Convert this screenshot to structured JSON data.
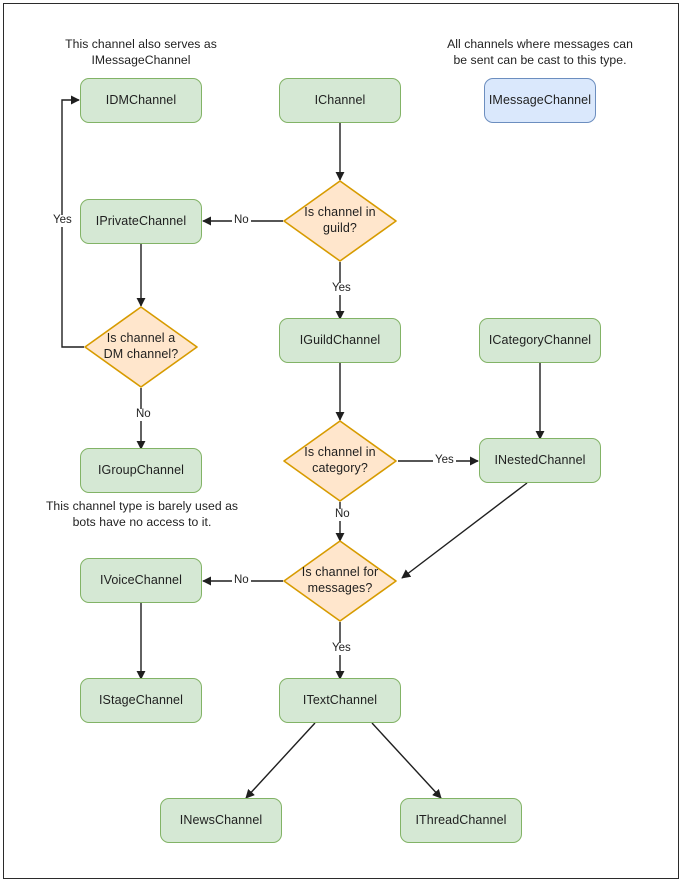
{
  "diagram": {
    "title": "Discord channel type decision flowchart",
    "colors": {
      "green_fill": "#d5e8d4",
      "green_stroke": "#82b366",
      "blue_fill": "#dae8fc",
      "blue_stroke": "#6c8ebf",
      "orange_fill": "#ffe6cc",
      "orange_stroke": "#d79b00",
      "edge_stroke": "#1f1f1f",
      "frame_stroke": "#2b2b2b",
      "background": "#ffffff"
    },
    "notes": [
      {
        "id": "note-dm",
        "text": "This channel also serves as IMessageChannel"
      },
      {
        "id": "note-message",
        "text": "All channels where messages can be sent can be cast to this type."
      },
      {
        "id": "note-group",
        "text": "This channel type is barely used as bots have no access to it."
      }
    ],
    "nodes": [
      {
        "id": "idmchannel",
        "label": "IDMChannel",
        "shape": "box",
        "color": "green"
      },
      {
        "id": "ichannel",
        "label": "IChannel",
        "shape": "box",
        "color": "green"
      },
      {
        "id": "imessagechannel",
        "label": "IMessageChannel",
        "shape": "box",
        "color": "blue"
      },
      {
        "id": "iprivatechannel",
        "label": "IPrivateChannel",
        "shape": "box",
        "color": "green"
      },
      {
        "id": "guild-decision",
        "label": "Is channel in guild?",
        "shape": "diamond",
        "color": "orange"
      },
      {
        "id": "dm-decision",
        "label": "Is channel a DM channel?",
        "shape": "diamond",
        "color": "orange"
      },
      {
        "id": "iguildchannel",
        "label": "IGuildChannel",
        "shape": "box",
        "color": "green"
      },
      {
        "id": "icategorychannel",
        "label": "ICategoryChannel",
        "shape": "box",
        "color": "green"
      },
      {
        "id": "igroupchannel",
        "label": "IGroupChannel",
        "shape": "box",
        "color": "green"
      },
      {
        "id": "cat-decision",
        "label": "Is channel in category?",
        "shape": "diamond",
        "color": "orange"
      },
      {
        "id": "inestedchannel",
        "label": "INestedChannel",
        "shape": "box",
        "color": "green"
      },
      {
        "id": "msg-decision",
        "label": "Is channel for messages?",
        "shape": "diamond",
        "color": "orange"
      },
      {
        "id": "ivoicechannel",
        "label": "IVoiceChannel",
        "shape": "box",
        "color": "green"
      },
      {
        "id": "istagechannel",
        "label": "IStageChannel",
        "shape": "box",
        "color": "green"
      },
      {
        "id": "itextchannel",
        "label": "ITextChannel",
        "shape": "box",
        "color": "green"
      },
      {
        "id": "inewschannel",
        "label": "INewsChannel",
        "shape": "box",
        "color": "green"
      },
      {
        "id": "ithreadchannel",
        "label": "IThreadChannel",
        "shape": "box",
        "color": "green"
      }
    ],
    "edge_labels": [
      {
        "id": "label-guild-no",
        "text": "No",
        "from": "guild-decision",
        "to": "iprivatechannel"
      },
      {
        "id": "label-guild-yes",
        "text": "Yes",
        "from": "guild-decision",
        "to": "iguildchannel"
      },
      {
        "id": "label-dm-yes",
        "text": "Yes",
        "from": "dm-decision",
        "to": "idmchannel"
      },
      {
        "id": "label-dm-no",
        "text": "No",
        "from": "dm-decision",
        "to": "igroupchannel"
      },
      {
        "id": "label-cat-yes",
        "text": "Yes",
        "from": "cat-decision",
        "to": "inestedchannel"
      },
      {
        "id": "label-cat-no",
        "text": "No",
        "from": "cat-decision",
        "to": "msg-decision"
      },
      {
        "id": "label-msg-no",
        "text": "No",
        "from": "msg-decision",
        "to": "ivoicechannel"
      },
      {
        "id": "label-msg-yes",
        "text": "Yes",
        "from": "msg-decision",
        "to": "itextchannel"
      }
    ]
  }
}
